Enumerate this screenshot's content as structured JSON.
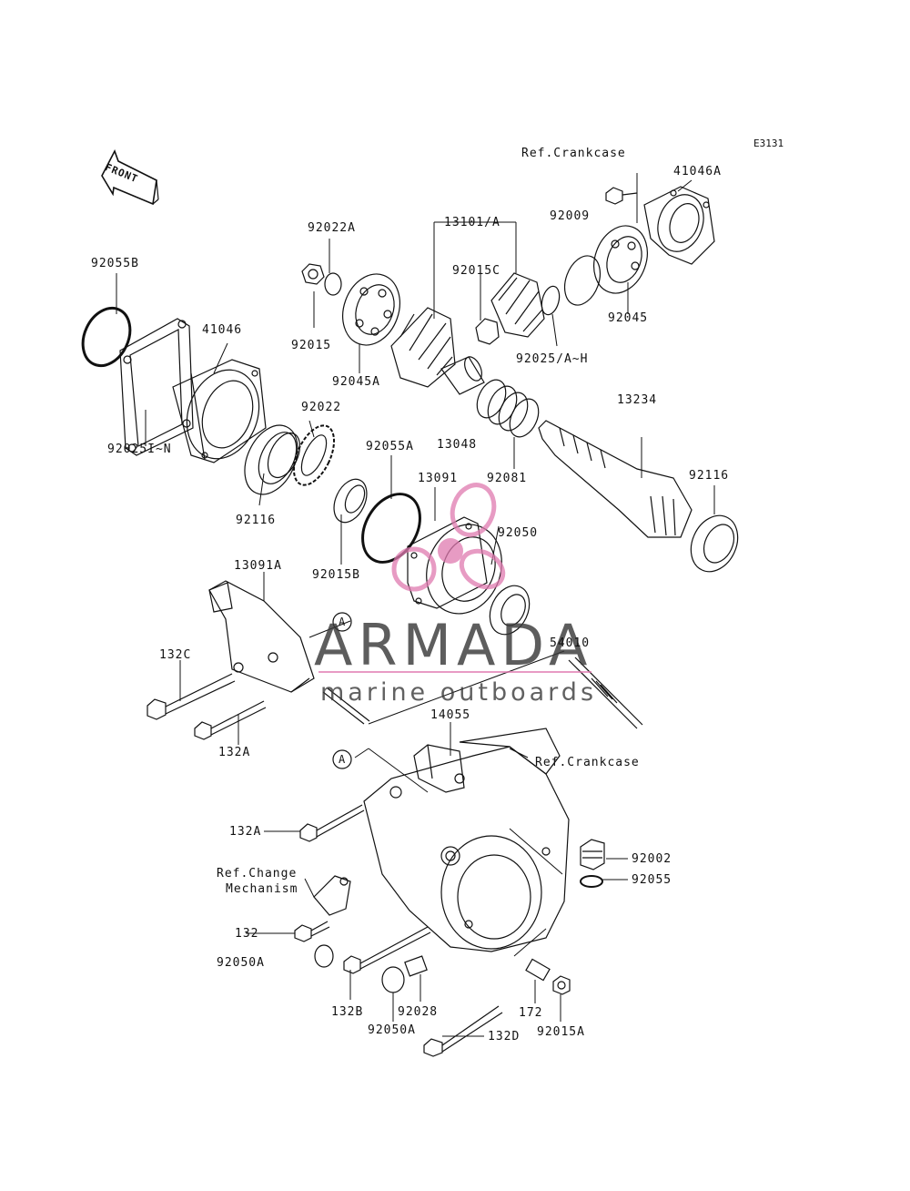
{
  "diagram_code": "E3131",
  "front_arrow_text": "FRONT",
  "watermark": {
    "title": "ARMADA",
    "subtitle": "marine outboards"
  },
  "callout_marker": "A",
  "labels": {
    "ref_crankcase_top": "Ref.Crankcase",
    "p41046A": "41046A",
    "p92009": "92009",
    "p13101A": "13101/A",
    "p92022A": "92022A",
    "p92055B": "92055B",
    "p92015C": "92015C",
    "p41046": "41046",
    "p92015": "92015",
    "p92045": "92045",
    "p92025AH": "92025/A~H",
    "p92045A": "92045A",
    "p92022": "92022",
    "p13234": "13234",
    "p92025IN": "92025I~N",
    "p92055A": "92055A",
    "p13048": "13048",
    "p92116_right": "92116",
    "p13091": "13091",
    "p92081": "92081",
    "p92116_left": "92116",
    "p92050": "92050",
    "p92015B": "92015B",
    "p13091A": "13091A",
    "p54010": "54010",
    "p132C": "132C",
    "p132A_upper": "132A",
    "p14055": "14055",
    "ref_crankcase_mid": "Ref.Crankcase",
    "p132A_lower": "132A",
    "p92002": "92002",
    "ref_change": "Ref.Change",
    "mechanism": "Mechanism",
    "p92055": "92055",
    "p132": "132",
    "p92050A_left": "92050A",
    "p132B": "132B",
    "p92028": "92028",
    "p172": "172",
    "p92050A_bottom": "92050A",
    "p92015A": "92015A",
    "p132D": "132D"
  }
}
